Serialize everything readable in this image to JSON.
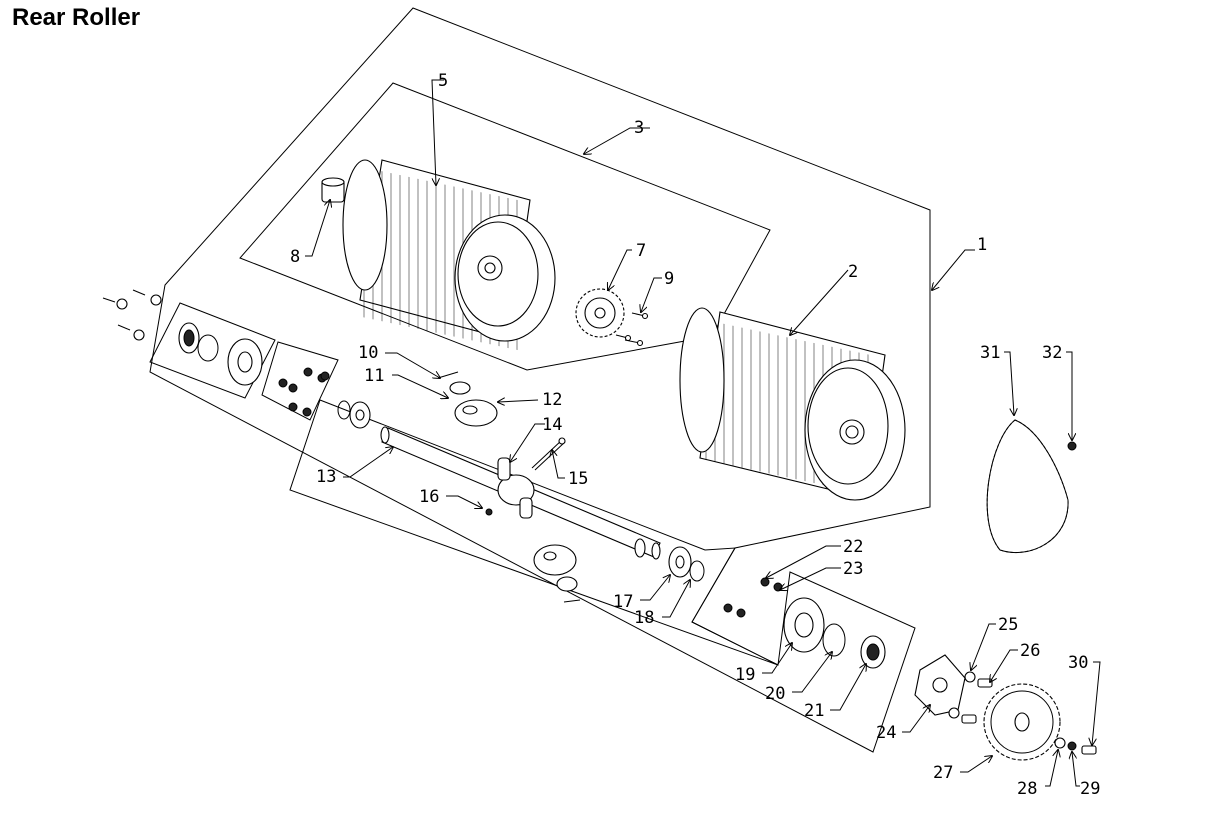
{
  "title": "Rear Roller",
  "callouts": [
    "1",
    "2",
    "3",
    "5",
    "7",
    "8",
    "9",
    "10",
    "11",
    "12",
    "13",
    "14",
    "15",
    "16",
    "17",
    "18",
    "19",
    "20",
    "21",
    "22",
    "23",
    "24",
    "25",
    "26",
    "27",
    "28",
    "29",
    "30",
    "31",
    "32"
  ],
  "colors": {
    "line": "#000000",
    "background": "#ffffff"
  }
}
